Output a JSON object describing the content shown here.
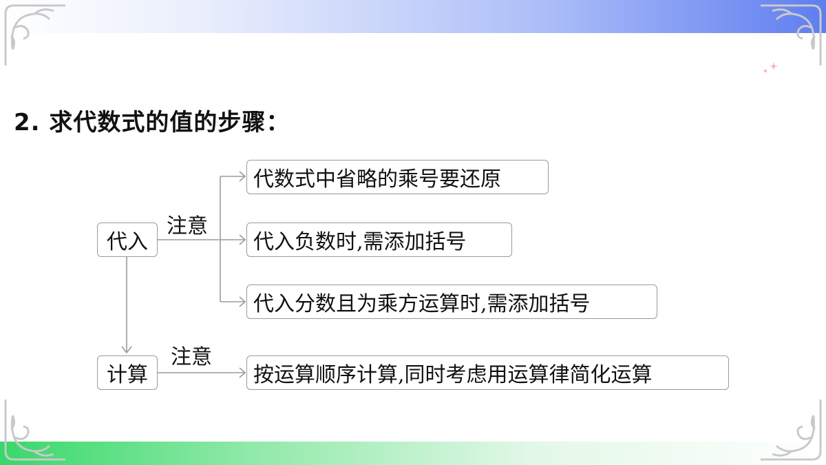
{
  "title": "2. 求代数式的值的步骤：",
  "nodes": {
    "substitute": "代入",
    "calculate": "计算"
  },
  "edge_labels": {
    "substitute_note": "注意",
    "calculate_note": "注意"
  },
  "notes": {
    "n1": "代数式中省略的乘号要还原",
    "n2": "代入负数时,需添加括号",
    "n3": "代入分数且为乘方运算时,需添加括号",
    "n4": "按运算顺序计算,同时考虑用运算律简化运算"
  },
  "colors": {
    "top_band": "#5f7ef0",
    "bottom_band": "#38d86a",
    "border": "#9a9a9a"
  }
}
